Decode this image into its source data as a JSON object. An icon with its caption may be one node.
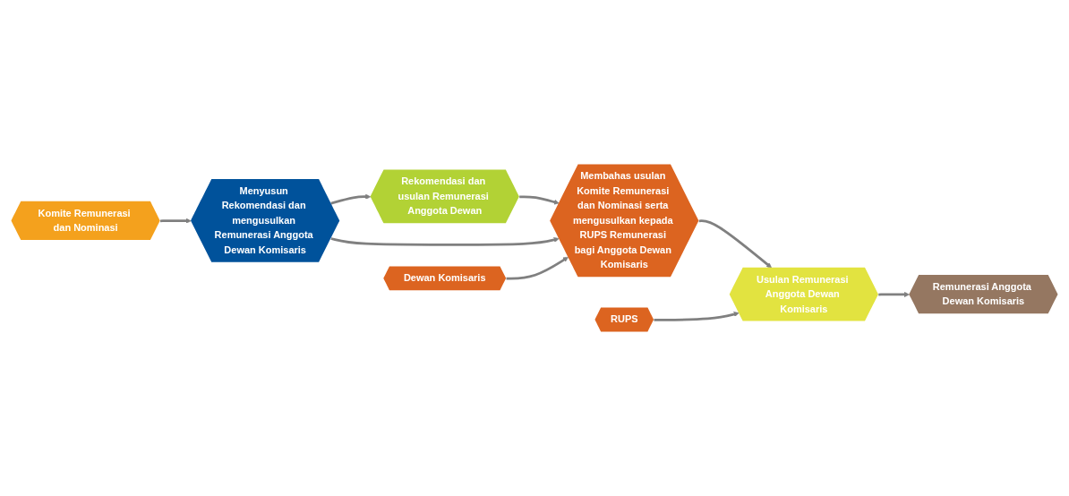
{
  "diagram": {
    "nodes": [
      {
        "text": [
          "Komite Remunerasi dan Nominasi"
        ]
      },
      {
        "text": [
          "Menyusun Rekomendasi dan mengusulkan Remunerasi Anggota Dewan Komisaris"
        ]
      },
      {
        "text": [
          "Rekomendasi dan usulan Remunerasi Anggota Dewan"
        ]
      },
      {
        "text": [
          "Membahas usulan Komite Remunerasi dan Nominasi serta mengusulkan kepada RUPS Remunerasi bagi Anggota Dewan Komisaris"
        ]
      },
      {
        "text": [
          "Dewan Komisaris"
        ]
      },
      {
        "text": [
          "Usulan Remunerasi Anggota Dewan Komisaris"
        ]
      },
      {
        "text": [
          "RUPS"
        ]
      },
      {
        "text": [
          "Remunerasi Anggota Dewan Komisaris"
        ]
      }
    ],
    "edges": [
      {
        "from": 0,
        "to": 1,
        "arrow": "to"
      },
      {
        "from": 1,
        "to": 2,
        "arrow": "to"
      },
      {
        "from": 2,
        "to": 3,
        "arrow": "to"
      },
      {
        "from": 1,
        "to": 3,
        "arrow": "to"
      },
      {
        "from": 4,
        "to": 3,
        "arrow": "to"
      },
      {
        "from": 3,
        "to": 5,
        "arrow": "to"
      },
      {
        "from": 6,
        "to": 5,
        "arrow": "to"
      },
      {
        "from": 5,
        "to": 7,
        "arrow": "to"
      }
    ]
  }
}
